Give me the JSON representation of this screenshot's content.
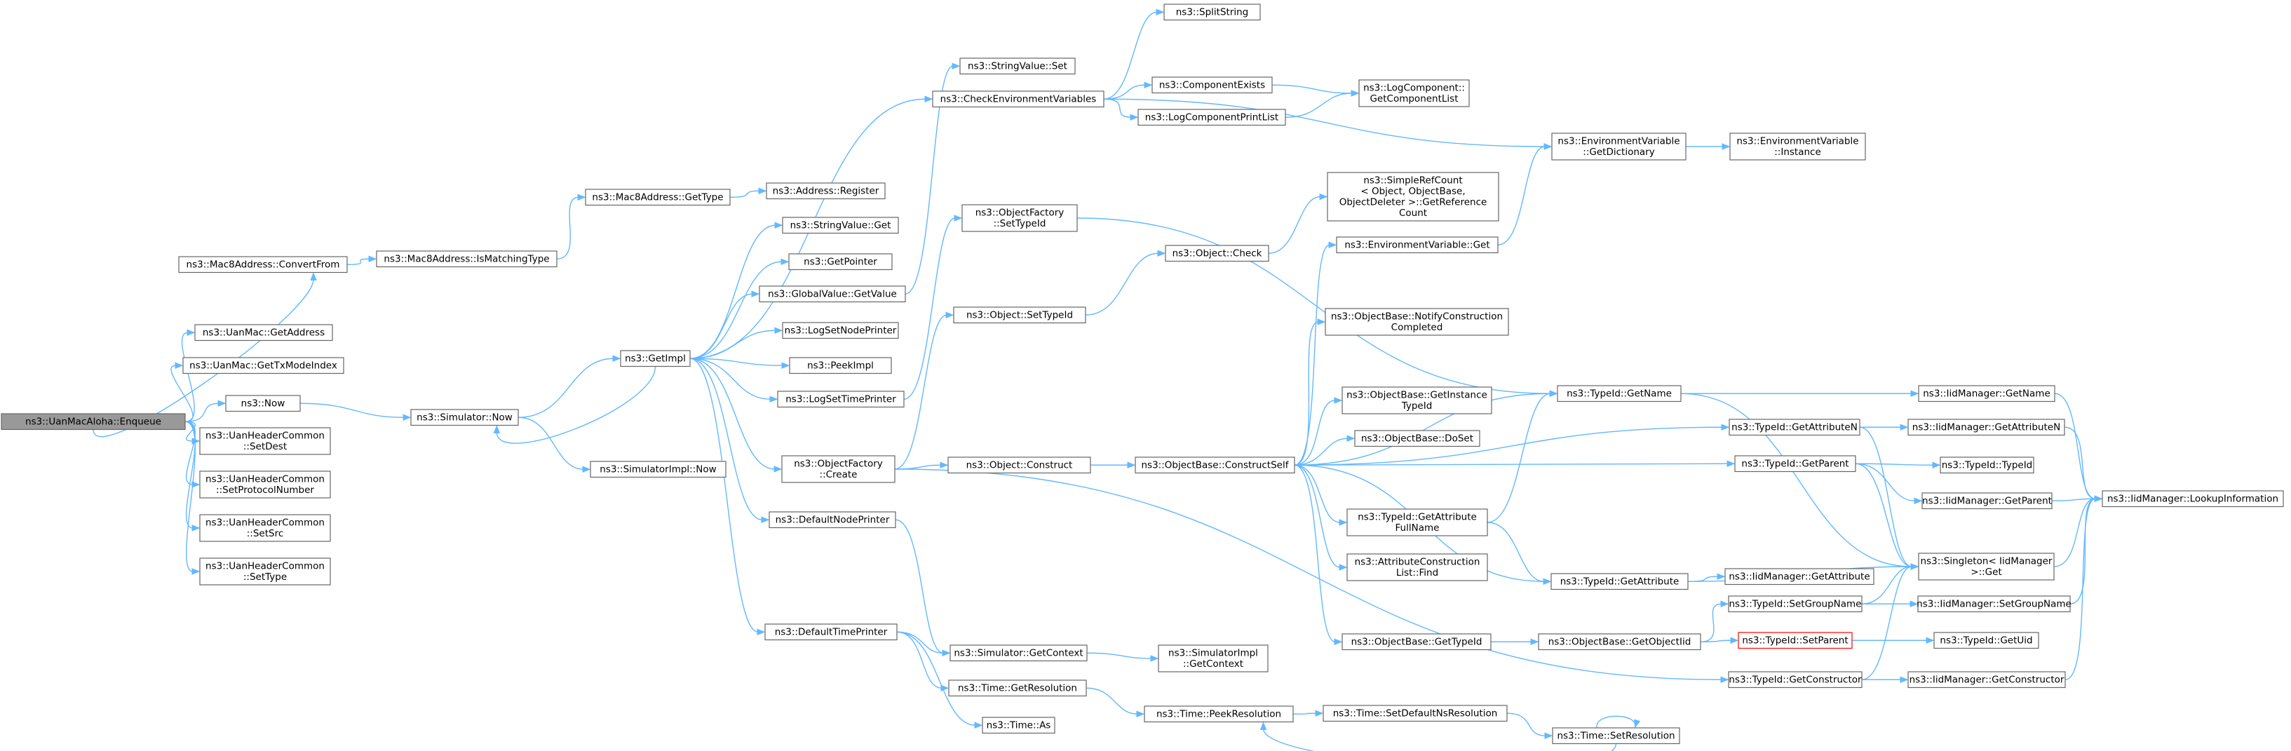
{
  "title": "",
  "nodes": [
    {
      "id": "enqueue",
      "lines": [
        "ns3::UanMacAloha::Enqueue"
      ],
      "style": "root"
    },
    {
      "id": "convertfrom",
      "lines": [
        "ns3::Mac8Address::ConvertFrom"
      ]
    },
    {
      "id": "getaddress",
      "lines": [
        "ns3::UanMac::GetAddress"
      ]
    },
    {
      "id": "gettxmodeindex",
      "lines": [
        "ns3::UanMac::GetTxModeIndex"
      ]
    },
    {
      "id": "now",
      "lines": [
        "ns3::Now"
      ]
    },
    {
      "id": "setdest",
      "lines": [
        "ns3::UanHeaderCommon",
        "::SetDest"
      ]
    },
    {
      "id": "setprotocolnumber",
      "lines": [
        "ns3::UanHeaderCommon",
        "::SetProtocolNumber"
      ]
    },
    {
      "id": "setsrc",
      "lines": [
        "ns3::UanHeaderCommon",
        "::SetSrc"
      ]
    },
    {
      "id": "settype",
      "lines": [
        "ns3::UanHeaderCommon",
        "::SetType"
      ]
    },
    {
      "id": "ismatchingtype",
      "lines": [
        "ns3::Mac8Address::IsMatchingType"
      ]
    },
    {
      "id": "simnow",
      "lines": [
        "ns3::Simulator::Now"
      ]
    },
    {
      "id": "mac8gettype",
      "lines": [
        "ns3::Mac8Address::GetType"
      ]
    },
    {
      "id": "addressregister",
      "lines": [
        "ns3::Address::Register"
      ]
    },
    {
      "id": "simimplnow",
      "lines": [
        "ns3::SimulatorImpl::Now"
      ]
    },
    {
      "id": "getimpl",
      "lines": [
        "ns3::GetImpl"
      ]
    },
    {
      "id": "stringvalueget",
      "lines": [
        "ns3::StringValue::Get"
      ]
    },
    {
      "id": "getpointer",
      "lines": [
        "ns3::GetPointer"
      ]
    },
    {
      "id": "globalvaluegetvalue",
      "lines": [
        "ns3::GlobalValue::GetValue"
      ]
    },
    {
      "id": "logsetnodeprinter",
      "lines": [
        "ns3::LogSetNodePrinter"
      ]
    },
    {
      "id": "peekimpl",
      "lines": [
        "ns3::PeekImpl"
      ]
    },
    {
      "id": "logsettimeprinter",
      "lines": [
        "ns3::LogSetTimePrinter"
      ]
    },
    {
      "id": "objectfactorycreate",
      "lines": [
        "ns3::ObjectFactory",
        "::Create"
      ]
    },
    {
      "id": "defaultnodeprinter",
      "lines": [
        "ns3::DefaultNodePrinter"
      ]
    },
    {
      "id": "defaulttimeprinter",
      "lines": [
        "ns3::DefaultTimePrinter"
      ]
    },
    {
      "id": "stringvalueset",
      "lines": [
        "ns3::StringValue::Set"
      ]
    },
    {
      "id": "checkenv",
      "lines": [
        "ns3::CheckEnvironmentVariables"
      ]
    },
    {
      "id": "objectfactorysettypeid",
      "lines": [
        "ns3::ObjectFactory",
        "::SetTypeId"
      ]
    },
    {
      "id": "objectsettypeid",
      "lines": [
        "ns3::Object::SetTypeId"
      ]
    },
    {
      "id": "objectconstruct",
      "lines": [
        "ns3::Object::Construct"
      ]
    },
    {
      "id": "simgetcontext",
      "lines": [
        "ns3::Simulator::GetContext"
      ]
    },
    {
      "id": "timegetresolution",
      "lines": [
        "ns3::Time::GetResolution"
      ]
    },
    {
      "id": "timeas",
      "lines": [
        "ns3::Time::As"
      ]
    },
    {
      "id": "splitstring",
      "lines": [
        "ns3::SplitString"
      ]
    },
    {
      "id": "componentexists",
      "lines": [
        "ns3::ComponentExists"
      ]
    },
    {
      "id": "logcomponentprintlist",
      "lines": [
        "ns3::LogComponentPrintList"
      ]
    },
    {
      "id": "logcomponentgetcomponentlist",
      "lines": [
        "ns3::LogComponent::",
        "GetComponentList"
      ]
    },
    {
      "id": "objectcheck",
      "lines": [
        "ns3::Object::Check"
      ]
    },
    {
      "id": "simimplgetcontext",
      "lines": [
        "ns3::SimulatorImpl",
        "::GetContext"
      ]
    },
    {
      "id": "timepeekresolution",
      "lines": [
        "ns3::Time::PeekResolution"
      ]
    },
    {
      "id": "simplerefcount",
      "lines": [
        "ns3::SimpleRefCount",
        "< Object, ObjectBase,",
        "ObjectDeleter >::GetReference",
        "Count"
      ]
    },
    {
      "id": "envget",
      "lines": [
        "ns3::EnvironmentVariable::Get"
      ]
    },
    {
      "id": "notifyconstruction",
      "lines": [
        "ns3::ObjectBase::NotifyConstruction",
        "Completed"
      ]
    },
    {
      "id": "constructself",
      "lines": [
        "ns3::ObjectBase::ConstructSelf"
      ]
    },
    {
      "id": "getinstancetypeid",
      "lines": [
        "ns3::ObjectBase::GetInstance",
        "TypeId"
      ]
    },
    {
      "id": "doset",
      "lines": [
        "ns3::ObjectBase::DoSet"
      ]
    },
    {
      "id": "getattributefullname",
      "lines": [
        "ns3::TypeId::GetAttribute",
        "FullName"
      ]
    },
    {
      "id": "attrconstructionlistfind",
      "lines": [
        "ns3::AttributeConstruction",
        "List::Find"
      ]
    },
    {
      "id": "objectbasegettypeid",
      "lines": [
        "ns3::ObjectBase::GetTypeId"
      ]
    },
    {
      "id": "setdefaultnsresolution",
      "lines": [
        "ns3::Time::SetDefaultNsResolution"
      ]
    },
    {
      "id": "timesetresolution",
      "lines": [
        "ns3::Time::SetResolution"
      ]
    },
    {
      "id": "envgetdictionary",
      "lines": [
        "ns3::EnvironmentVariable",
        "::GetDictionary"
      ]
    },
    {
      "id": "typeidgetname",
      "lines": [
        "ns3::TypeId::GetName"
      ]
    },
    {
      "id": "typeidgetattribute",
      "lines": [
        "ns3::TypeId::GetAttribute"
      ]
    },
    {
      "id": "getobjectiid",
      "lines": [
        "ns3::ObjectBase::GetObjectIid"
      ]
    },
    {
      "id": "envinstance",
      "lines": [
        "ns3::EnvironmentVariable",
        "::Instance"
      ]
    },
    {
      "id": "typeidgetattributen",
      "lines": [
        "ns3::TypeId::GetAttributeN"
      ]
    },
    {
      "id": "typeidgetparent",
      "lines": [
        "ns3::TypeId::GetParent"
      ]
    },
    {
      "id": "typeidsetgroupname",
      "lines": [
        "ns3::TypeId::SetGroupName"
      ]
    },
    {
      "id": "typeidsetparent",
      "lines": [
        "ns3::TypeId::SetParent"
      ],
      "style": "red"
    },
    {
      "id": "typeidgetconstructor",
      "lines": [
        "ns3::TypeId::GetConstructor"
      ]
    },
    {
      "id": "iidgetattribute",
      "lines": [
        "ns3::IidManager::GetAttribute"
      ]
    },
    {
      "id": "iidgetname",
      "lines": [
        "ns3::IidManager::GetName"
      ]
    },
    {
      "id": "iidgetattributen",
      "lines": [
        "ns3::IidManager::GetAttributeN"
      ]
    },
    {
      "id": "typeidtypeid",
      "lines": [
        "ns3::TypeId::TypeId"
      ]
    },
    {
      "id": "iidgetparent",
      "lines": [
        "ns3::IidManager::GetParent"
      ]
    },
    {
      "id": "singletonget",
      "lines": [
        "ns3::Singleton< IidManager",
        ">::Get"
      ]
    },
    {
      "id": "iidsetgroupname",
      "lines": [
        "ns3::IidManager::SetGroupName"
      ]
    },
    {
      "id": "typeidgetuid",
      "lines": [
        "ns3::TypeId::GetUid"
      ]
    },
    {
      "id": "iidgetconstructor",
      "lines": [
        "ns3::IidManager::GetConstructor"
      ]
    },
    {
      "id": "iidlookupinformation",
      "lines": [
        "ns3::IidManager::LookupInformation"
      ]
    }
  ],
  "edges": [
    [
      "enqueue",
      "convertfrom"
    ],
    [
      "enqueue",
      "getaddress"
    ],
    [
      "enqueue",
      "gettxmodeindex"
    ],
    [
      "enqueue",
      "now"
    ],
    [
      "enqueue",
      "setdest"
    ],
    [
      "enqueue",
      "setprotocolnumber"
    ],
    [
      "enqueue",
      "setsrc"
    ],
    [
      "enqueue",
      "settype"
    ],
    [
      "convertfrom",
      "ismatchingtype"
    ],
    [
      "ismatchingtype",
      "mac8gettype"
    ],
    [
      "mac8gettype",
      "addressregister"
    ],
    [
      "now",
      "simnow"
    ],
    [
      "simnow",
      "getimpl"
    ],
    [
      "simnow",
      "simimplnow"
    ],
    [
      "getimpl",
      "stringvalueget"
    ],
    [
      "getimpl",
      "getpointer"
    ],
    [
      "getimpl",
      "globalvaluegetvalue"
    ],
    [
      "getimpl",
      "logsetnodeprinter"
    ],
    [
      "getimpl",
      "peekimpl"
    ],
    [
      "getimpl",
      "logsettimeprinter"
    ],
    [
      "getimpl",
      "objectfactorycreate"
    ],
    [
      "getimpl",
      "defaultnodeprinter"
    ],
    [
      "getimpl",
      "defaulttimeprinter"
    ],
    [
      "getimpl",
      "checkenv"
    ],
    [
      "getimpl",
      "simnow"
    ],
    [
      "globalvaluegetvalue",
      "stringvalueset"
    ],
    [
      "logsettimeprinter",
      "objectfactorysettypeid"
    ],
    [
      "checkenv",
      "splitstring"
    ],
    [
      "checkenv",
      "componentexists"
    ],
    [
      "checkenv",
      "logcomponentprintlist"
    ],
    [
      "checkenv",
      "envgetdictionary"
    ],
    [
      "componentexists",
      "logcomponentgetcomponentlist"
    ],
    [
      "logcomponentprintlist",
      "logcomponentgetcomponentlist"
    ],
    [
      "objectfactorysettypeid",
      "typeidgetname"
    ],
    [
      "objectfactorycreate",
      "objectsettypeid"
    ],
    [
      "objectfactorycreate",
      "objectconstruct"
    ],
    [
      "objectfactorycreate",
      "typeidgetconstructor"
    ],
    [
      "objectsettypeid",
      "objectcheck"
    ],
    [
      "objectcheck",
      "simplerefcount"
    ],
    [
      "objectconstruct",
      "constructself"
    ],
    [
      "defaultnodeprinter",
      "simgetcontext"
    ],
    [
      "defaulttimeprinter",
      "simgetcontext"
    ],
    [
      "defaulttimeprinter",
      "timegetresolution"
    ],
    [
      "defaulttimeprinter",
      "timeas"
    ],
    [
      "simgetcontext",
      "simimplgetcontext"
    ],
    [
      "timegetresolution",
      "timepeekresolution"
    ],
    [
      "timepeekresolution",
      "setdefaultnsresolution"
    ],
    [
      "setdefaultnsresolution",
      "timesetresolution"
    ],
    [
      "timesetresolution",
      "timepeekresolution"
    ],
    [
      "timesetresolution",
      "timesetresolution"
    ],
    [
      "constructself",
      "envget"
    ],
    [
      "constructself",
      "notifyconstruction"
    ],
    [
      "constructself",
      "getinstancetypeid"
    ],
    [
      "constructself",
      "doset"
    ],
    [
      "constructself",
      "getattributefullname"
    ],
    [
      "constructself",
      "attrconstructionlistfind"
    ],
    [
      "constructself",
      "objectbasegettypeid"
    ],
    [
      "constructself",
      "typeidgetname"
    ],
    [
      "constructself",
      "typeidgetattributen"
    ],
    [
      "constructself",
      "typeidgetparent"
    ],
    [
      "constructself",
      "typeidgetattribute"
    ],
    [
      "envget",
      "envgetdictionary"
    ],
    [
      "envgetdictionary",
      "envinstance"
    ],
    [
      "getattributefullname",
      "typeidgetname"
    ],
    [
      "getattributefullname",
      "typeidgetattribute"
    ],
    [
      "objectbasegettypeid",
      "getobjectiid"
    ],
    [
      "getobjectiid",
      "typeidsetgroupname"
    ],
    [
      "getobjectiid",
      "typeidsetparent"
    ],
    [
      "typeidgetname",
      "iidgetname"
    ],
    [
      "typeidgetname",
      "singletonget"
    ],
    [
      "typeidgetattributen",
      "iidgetattributen"
    ],
    [
      "typeidgetattributen",
      "singletonget"
    ],
    [
      "typeidgetparent",
      "typeidtypeid"
    ],
    [
      "typeidgetparent",
      "iidgetparent"
    ],
    [
      "typeidgetparent",
      "singletonget"
    ],
    [
      "typeidgetattribute",
      "iidgetattribute"
    ],
    [
      "typeidgetattribute",
      "singletonget"
    ],
    [
      "typeidsetgroupname",
      "iidsetgroupname"
    ],
    [
      "typeidsetgroupname",
      "singletonget"
    ],
    [
      "typeidsetparent",
      "typeidgetuid"
    ],
    [
      "typeidgetconstructor",
      "iidgetconstructor"
    ],
    [
      "typeidgetconstructor",
      "singletonget"
    ],
    [
      "iidgetname",
      "iidlookupinformation"
    ],
    [
      "iidgetattributen",
      "iidlookupinformation"
    ],
    [
      "iidgetparent",
      "iidlookupinformation"
    ],
    [
      "iidsetgroupname",
      "iidlookupinformation"
    ],
    [
      "iidgetconstructor",
      "iidlookupinformation"
    ],
    [
      "singletonget",
      "iidlookupinformation"
    ]
  ]
}
